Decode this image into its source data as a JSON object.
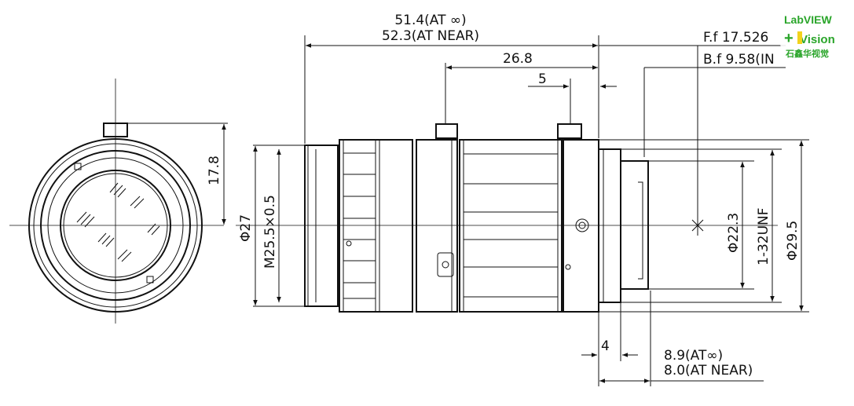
{
  "dimensions": {
    "top_at_inf": "51.4(AT ∞)",
    "top_at_near": "52.3(AT NEAR)",
    "mid_268": "26.8",
    "small_5": "5",
    "ff": "F.f  17.526",
    "bf": "B.f  9.58(IN",
    "side_178": "17.8",
    "dia_27": "Φ27",
    "thread_m255": "M25.5×0.5",
    "dia_223": "Φ22.3",
    "unf": "1-32UNF",
    "dia_295": "Φ29.5",
    "bottom_4": "4",
    "bottom_89": "8.9(AT∞)",
    "bottom_80": "8.0(AT NEAR)"
  },
  "logo": {
    "line1": "LabVIEW",
    "plus": "+",
    "line2": "Vision",
    "line3": "石鑫华视觉",
    "color_green": "#2aa52a",
    "color_yellow": "#f2d21c"
  }
}
